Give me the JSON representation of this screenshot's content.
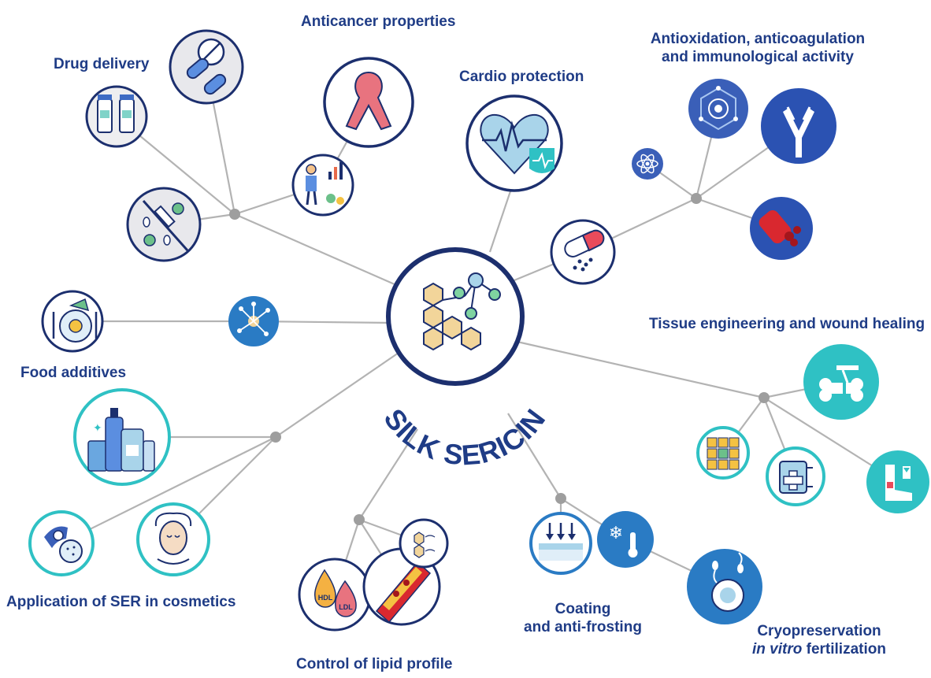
{
  "center": {
    "title": "SILK SERICIN",
    "icon": "molecule-hexagon-icon"
  },
  "labels": {
    "drug_delivery": "Drug delivery",
    "anticancer": "Anticancer properties",
    "cardio": "Cardio protection",
    "antiox_line1": "Antioxidation, anticoagulation",
    "antiox_line2": "and immunological activity",
    "tissue": "Tissue engineering and wound healing",
    "food": "Food additives",
    "cosmetics": "Application of SER in cosmetics",
    "lipid": "Control of lipid profile",
    "coating_line1": "Coating",
    "coating_line2": "and anti-frosting",
    "cryo_line1": "Cryopreservation",
    "cryo_italic": "in vitro",
    "cryo_line2_rest": " fertilization"
  },
  "icon_text": {
    "hdl": "HDL",
    "ldl": "LDL"
  },
  "icons": [
    "vials-icon",
    "pills-icon",
    "syringe-pills-icon",
    "ribbon-icon",
    "patient-chart-icon",
    "heart-ecg-icon",
    "capsule-icon",
    "atom-small-icon",
    "cell-network-icon",
    "antibody-icon",
    "blood-vessel-icon",
    "food-plate-icon",
    "nanoparticle-icon",
    "cosmetic-bottles-icon",
    "eye-lens-icon",
    "face-mask-icon",
    "hdl-ldl-drops-icon",
    "artery-plaque-icon",
    "lipid-molecule-icon",
    "coating-layer-icon",
    "snowflake-thermometer-icon",
    "sperm-egg-icon",
    "bone-scaffold-icon",
    "cell-grid-icon",
    "bandage-icon",
    "foot-wound-icon"
  ],
  "colors": {
    "title": "#1f3c86",
    "line": "#b3b3b3",
    "hub": "#9e9e9e",
    "navy": "#1c2f6e",
    "teal": "#2fc1c4"
  }
}
